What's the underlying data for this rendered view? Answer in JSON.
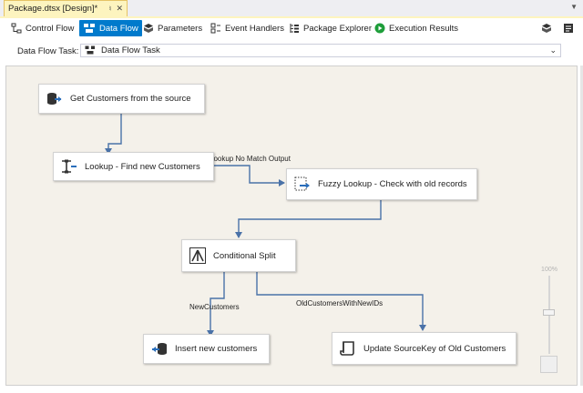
{
  "document_tab": {
    "title": "Package.dtsx [Design]*",
    "pin_icon": "pin-icon",
    "close_icon": "close-icon",
    "accent": "#fdf4bf"
  },
  "designer_tabs": [
    {
      "label": "Control Flow",
      "icon": "control-flow-icon",
      "selected": false
    },
    {
      "label": "Data Flow",
      "icon": "data-flow-icon",
      "selected": true
    },
    {
      "label": "Parameters",
      "icon": "parameters-icon",
      "selected": false
    },
    {
      "label": "Event Handlers",
      "icon": "event-handlers-icon",
      "selected": false
    },
    {
      "label": "Package Explorer",
      "icon": "package-explorer-icon",
      "selected": false
    },
    {
      "label": "Execution Results",
      "icon": "execution-results-icon",
      "selected": false
    }
  ],
  "task_selector": {
    "label": "Data Flow Task:",
    "value": "Data Flow Task"
  },
  "components": [
    {
      "label": "Get Customers from the source",
      "icon": "source-icon"
    },
    {
      "label": "Lookup - Find new Customers",
      "icon": "lookup-icon"
    },
    {
      "label": "Fuzzy Lookup - Check with old records",
      "icon": "fuzzy-lookup-icon"
    },
    {
      "label": "Conditional Split",
      "icon": "conditional-split-icon"
    },
    {
      "label": "Insert new customers",
      "icon": "destination-icon"
    },
    {
      "label": "Update SourceKey of Old Customers",
      "icon": "ole-db-command-icon"
    }
  ],
  "paths": [
    {
      "label": "Lookup No Match Output"
    },
    {
      "label": "NewCustomers"
    },
    {
      "label": "OldCustomersWithNewIDs"
    }
  ],
  "zoom": {
    "percent_label": "100%"
  },
  "colors": {
    "selected_tab": "#007acc",
    "path_line": "#4a72a8",
    "canvas": "#f4f1ea"
  }
}
